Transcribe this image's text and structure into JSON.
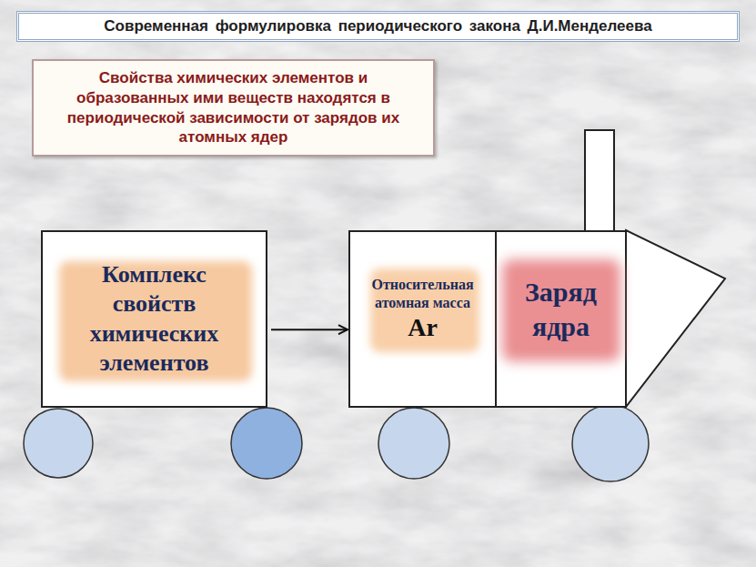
{
  "diagram": {
    "title": "Современная формулировка периодического закона Д.И.Менделеева",
    "nodes": [
      {
        "text": [
          "Свойства химических элементов и образованных ими веществ находятся в периодической зависимости от зарядов их атомных ядер"
        ]
      },
      {
        "text": [
          "Комплекс свойств химических элементов"
        ]
      },
      {
        "text": [
          "Относительная атомная масса",
          "Ar"
        ]
      },
      {
        "text": [
          "Заряд ядра"
        ]
      }
    ],
    "edges": [
      {
        "from": 1,
        "to": 2,
        "arrow": "to"
      }
    ]
  }
}
